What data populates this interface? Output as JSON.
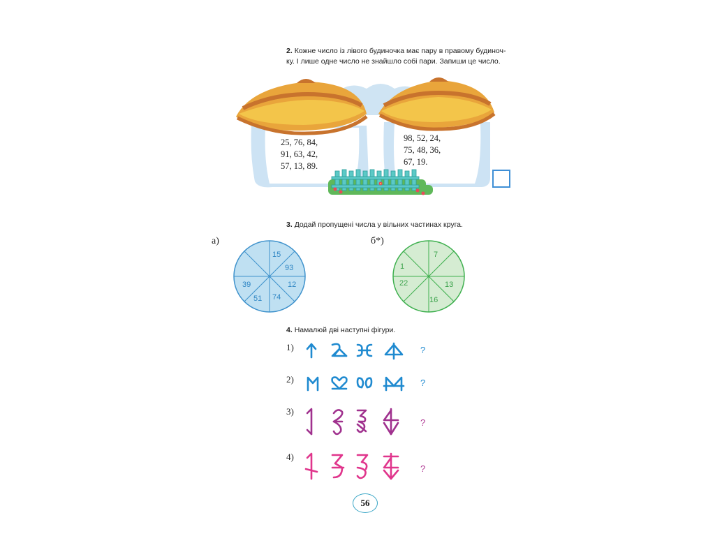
{
  "task2": {
    "number": "2.",
    "line1": "Кожне число із лівого будиночка має пару в правому будиноч-",
    "line2": "ку. І лише одне число не знайшло собі пари. Запиши це число."
  },
  "left_house": {
    "rows": [
      "25,  76,  84,",
      "91,  63,  42,",
      "57,  13,  89."
    ]
  },
  "right_house": {
    "rows": [
      "98,  52,  24,",
      "75,  48,  36,",
      "67,  19."
    ]
  },
  "task3": {
    "number": "3.",
    "text": "Додай пропущені числа у вільних частинах круга."
  },
  "circle_a": {
    "label": "а)",
    "values": [
      "15",
      "93",
      "12",
      "74",
      "51",
      "39"
    ],
    "color": "#3f92cc"
  },
  "circle_b": {
    "label": "б*)",
    "values": [
      "7",
      "1",
      "22",
      "13",
      "16"
    ],
    "color": "#3fb04f"
  },
  "task4": {
    "number": "4.",
    "text": "Намалюй дві наступні фігури.",
    "rows": [
      {
        "label": "1)",
        "q": "?"
      },
      {
        "label": "2)",
        "q": "?"
      },
      {
        "label": "3)",
        "q": "?"
      },
      {
        "label": "4)",
        "q": "?"
      }
    ]
  },
  "colors": {
    "blue_glyph": "#1f8ad0",
    "purple_glyph": "#a0318e",
    "pink_glyph": "#e0358c",
    "q_blue": "#1f8ad0",
    "q_purple": "#b03a94"
  },
  "page": {
    "number": "56"
  }
}
